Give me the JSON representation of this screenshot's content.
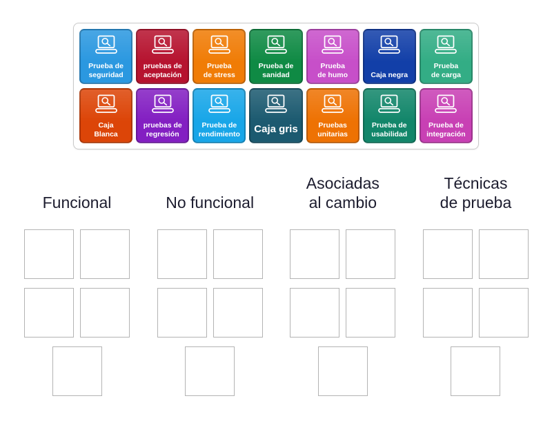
{
  "tray": {
    "tiles": [
      {
        "label": "Prueba de\nseguridad",
        "color": "#2b98e0",
        "icon": "laptop-search-icon"
      },
      {
        "label": "pruebas de\naceptación",
        "color": "#b6132f",
        "icon": "laptop-search-icon"
      },
      {
        "label": "Prueba\nde stress",
        "color": "#f07c06",
        "icon": "laptop-search-icon"
      },
      {
        "label": "Prueba de\nsanidad",
        "color": "#0f8a44",
        "icon": "laptop-search-icon"
      },
      {
        "label": "Prueba\nde humo",
        "color": "#c74fc9",
        "icon": "laptop-search-icon"
      },
      {
        "label": "Caja negra",
        "color": "#123fa8",
        "icon": "laptop-search-icon"
      },
      {
        "label": "Prueba\nde carga",
        "color": "#33ad85",
        "icon": "laptop-search-icon"
      },
      {
        "label": "Caja\nBlanca",
        "color": "#dc4508",
        "icon": "laptop-search-icon"
      },
      {
        "label": "pruebas de\nregresión",
        "color": "#831fc2",
        "icon": "laptop-search-icon"
      },
      {
        "label": "Prueba de\nrendimiento",
        "color": "#18a6e8",
        "icon": "laptop-search-icon"
      },
      {
        "label": "Caja gris",
        "color": "#1c5a70",
        "icon": "laptop-search-icon"
      },
      {
        "label": "Pruebas\nunitarias",
        "color": "#ee7203",
        "icon": "laptop-search-icon"
      },
      {
        "label": "Prueba de\nusabilidad",
        "color": "#12866a",
        "icon": "laptop-search-icon"
      },
      {
        "label": "Prueba de\nintegración",
        "color": "#c840b4",
        "icon": "laptop-search-icon"
      }
    ]
  },
  "groups": [
    {
      "label": "Funcional"
    },
    {
      "label": "No funcional"
    },
    {
      "label": "Asociadas\nal cambio"
    },
    {
      "label": "Técnicas\nde prueba"
    }
  ]
}
